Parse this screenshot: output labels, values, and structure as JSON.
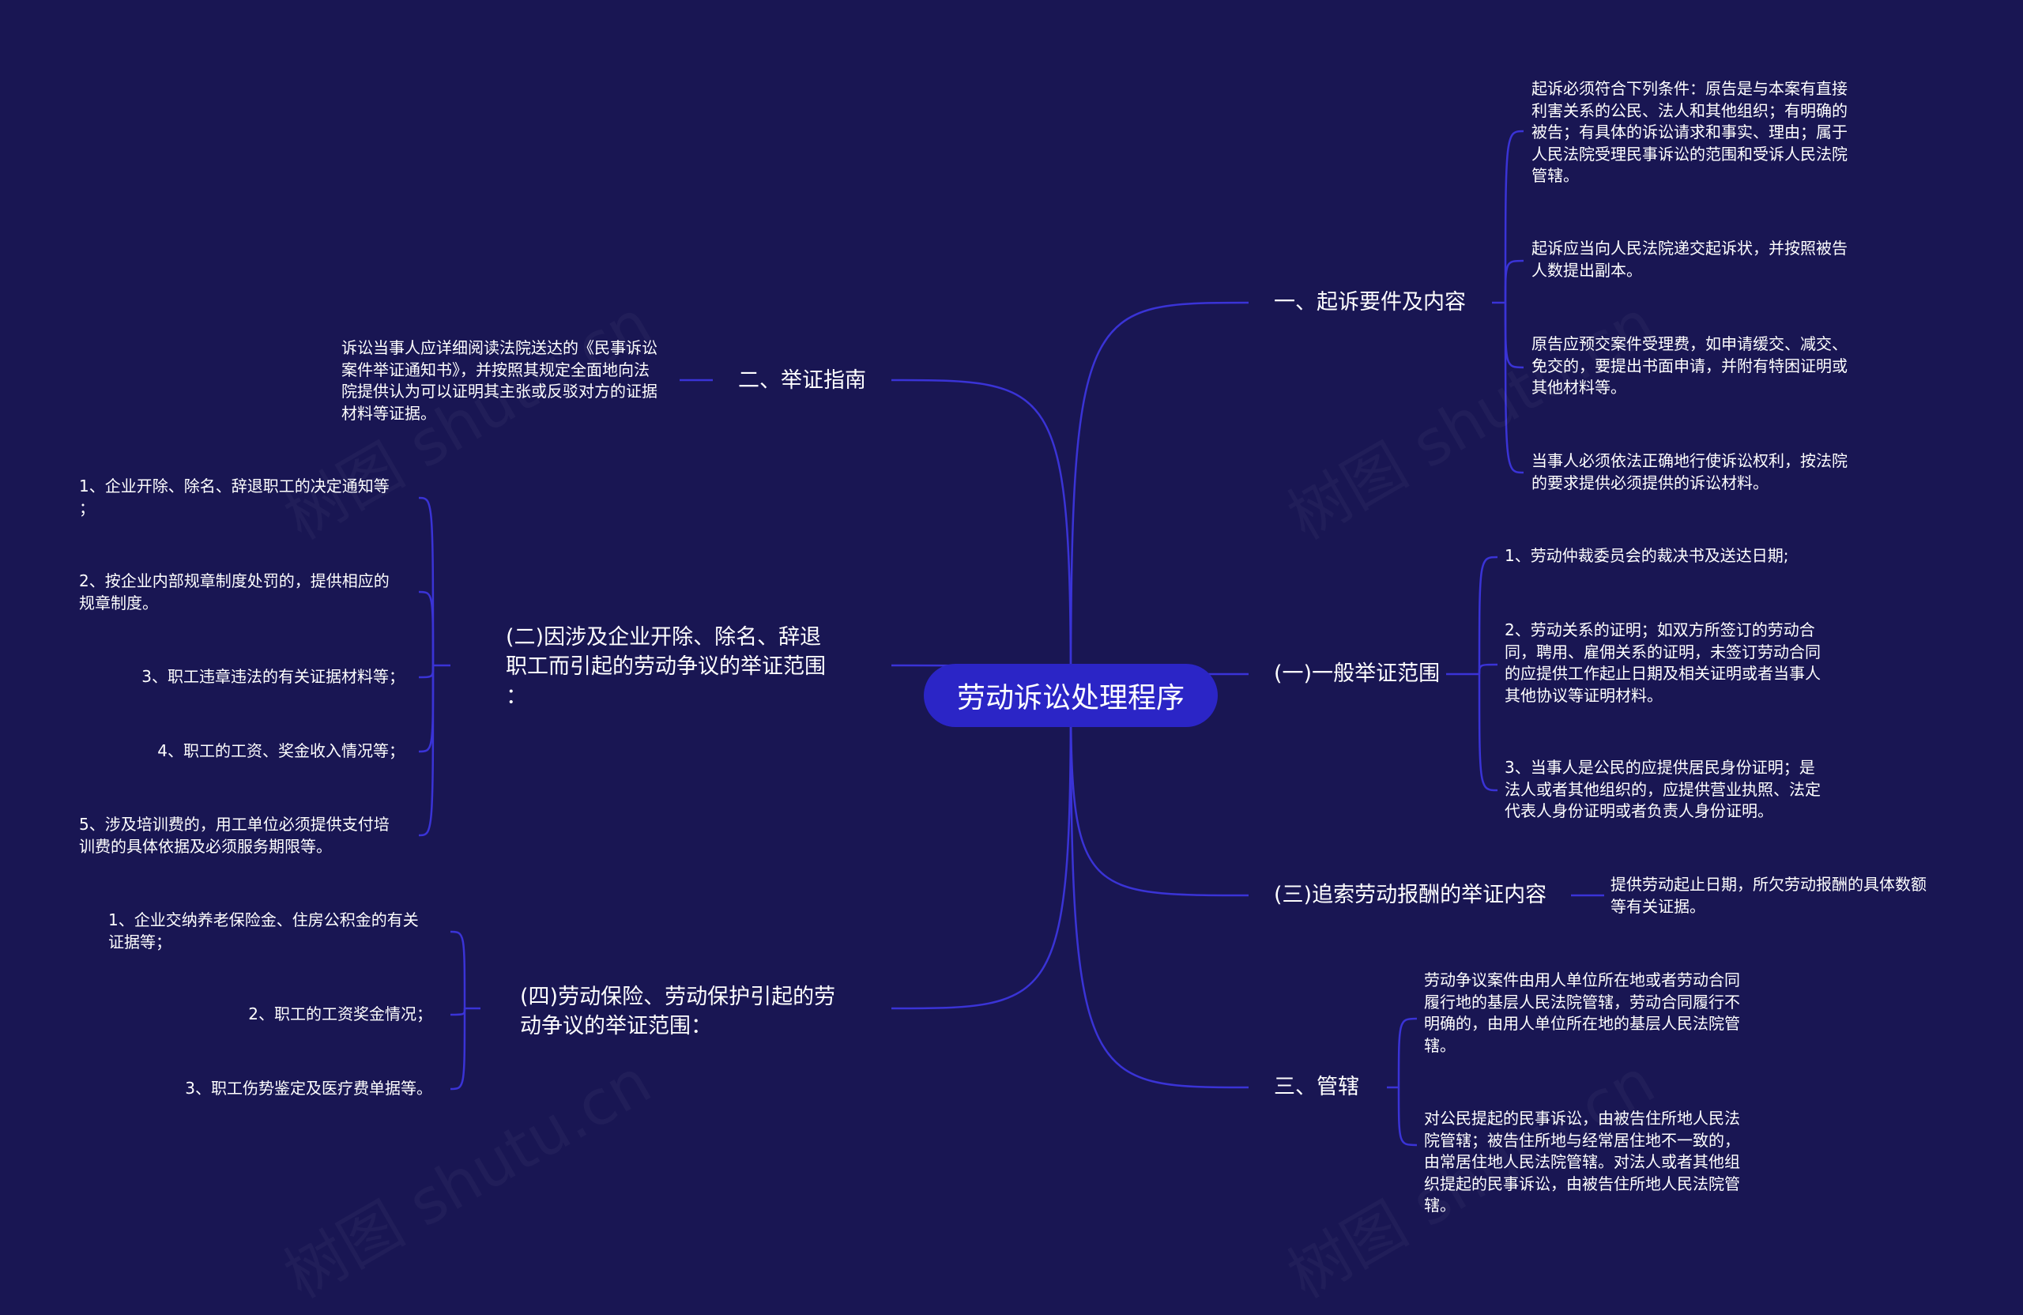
{
  "theme": {
    "background": "#191653",
    "link": "#3a33d6",
    "center_fill": "#2b25c6",
    "text": "#ffffff"
  },
  "center": "劳动诉讼处理程序",
  "right": [
    {
      "title": "一、起诉要件及内容",
      "children": [
        "起诉必须符合下列条件：原告是与本案有直接\n利害关系的公民、法人和其他组织；有明确的\n被告；有具体的诉讼请求和事实、理由；属于\n人民法院受理民事诉讼的范围和受诉人民法院\n管辖。",
        "起诉应当向人民法院递交起诉状，并按照被告\n人数提出副本。",
        "原告应预交案件受理费，如申请缓交、减交、\n免交的，要提出书面申请，并附有特困证明或\n其他材料等。",
        "当事人必须依法正确地行使诉讼权利，按法院\n的要求提供必须提供的诉讼材料。"
      ]
    },
    {
      "title": "(一)一般举证范围",
      "children": [
        "1、劳动仲裁委员会的裁决书及送达日期;",
        "2、劳动关系的证明；如双方所签订的劳动合\n同，聘用、雇佣关系的证明，未签订劳动合同\n的应提供工作起止日期及相关证明或者当事人\n其他协议等证明材料。",
        "3、当事人是公民的应提供居民身份证明；是\n法人或者其他组织的，应提供营业执照、法定\n代表人身份证明或者负责人身份证明。"
      ]
    },
    {
      "title": "(三)追索劳动报酬的举证内容",
      "children": [
        "提供劳动起止日期，所欠劳动报酬的具体数额\n等有关证据。"
      ]
    },
    {
      "title": "三、管辖",
      "children": [
        "劳动争议案件由用人单位所在地或者劳动合同\n履行地的基层人民法院管辖，劳动合同履行不\n明确的，由用人单位所在地的基层人民法院管\n辖。",
        "对公民提起的民事诉讼，由被告住所地人民法\n院管辖；被告住所地与经常居住地不一致的，\n由常居住地人民法院管辖。对法人或者其他组\n织提起的民事诉讼，由被告住所地人民法院管\n辖。"
      ]
    }
  ],
  "left": [
    {
      "title": "二、举证指南",
      "children": [
        "诉讼当事人应详细阅读法院送达的《民事诉讼\n案件举证通知书》，并按照其规定全面地向法\n院提供认为可以证明其主张或反驳对方的证据\n材料等证据。"
      ]
    },
    {
      "title": "(二)因涉及企业开除、除名、辞退\n职工而引起的劳动争议的举证范围\n：",
      "children": [
        "1、企业开除、除名、辞退职工的决定通知等\n；",
        "2、按企业内部规章制度处罚的，提供相应的\n规章制度。",
        "3、职工违章违法的有关证据材料等；",
        "4、职工的工资、奖金收入情况等；",
        "5、涉及培训费的，用工单位必须提供支付培\n训费的具体依据及必须服务期限等。"
      ]
    },
    {
      "title": "(四)劳动保险、劳动保护引起的劳\n动争议的举证范围：",
      "children": [
        "1、企业交纳养老保险金、住房公积金的有关\n证据等；",
        "2、职工的工资奖金情况；",
        "3、职工伤势鉴定及医疗费单据等。"
      ]
    }
  ],
  "watermark": "树图 shutu.cn"
}
